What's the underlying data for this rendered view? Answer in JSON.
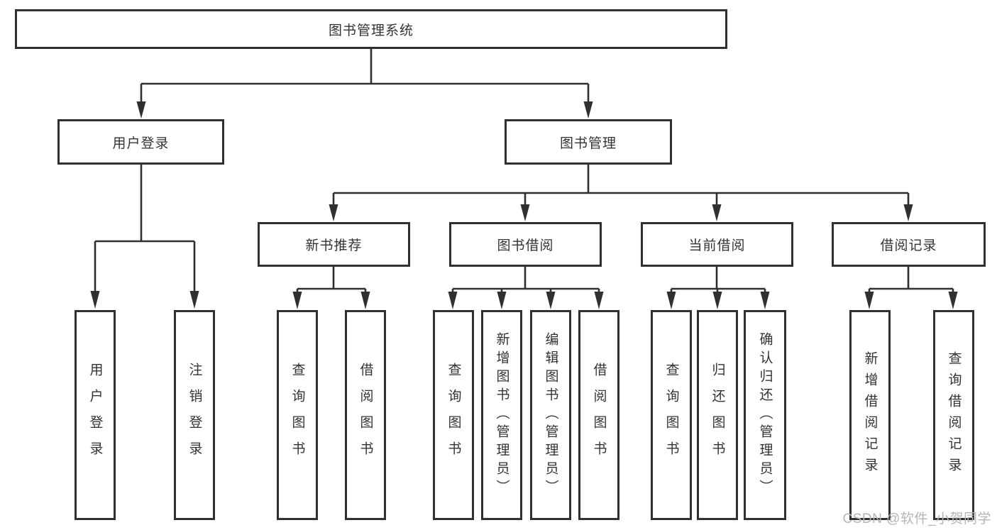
{
  "root": {
    "label": "图书管理系统"
  },
  "level2": [
    {
      "label": "用户登录"
    },
    {
      "label": "图书管理"
    }
  ],
  "level3": [
    {
      "label": "新书推荐"
    },
    {
      "label": "图书借阅"
    },
    {
      "label": "当前借阅"
    },
    {
      "label": "借阅记录"
    }
  ],
  "leaves": [
    {
      "label": "用户登录"
    },
    {
      "label": "注销登录"
    },
    {
      "label": "查询图书"
    },
    {
      "label": "借阅图书"
    },
    {
      "label": "查询图书"
    },
    {
      "label": "新增图书（管理员）"
    },
    {
      "label": "编辑图书（管理员）"
    },
    {
      "label": "借阅图书"
    },
    {
      "label": "查询图书"
    },
    {
      "label": "归还图书"
    },
    {
      "label": "确认归还（管理员）"
    },
    {
      "label": "新增借阅记录"
    },
    {
      "label": "查询借阅记录"
    }
  ],
  "watermark": "CSDN @软件_小贺同学",
  "colors": {
    "line": "#303030",
    "text": "#333333",
    "watermark": "#b5b5b5",
    "background": "#ffffff"
  }
}
